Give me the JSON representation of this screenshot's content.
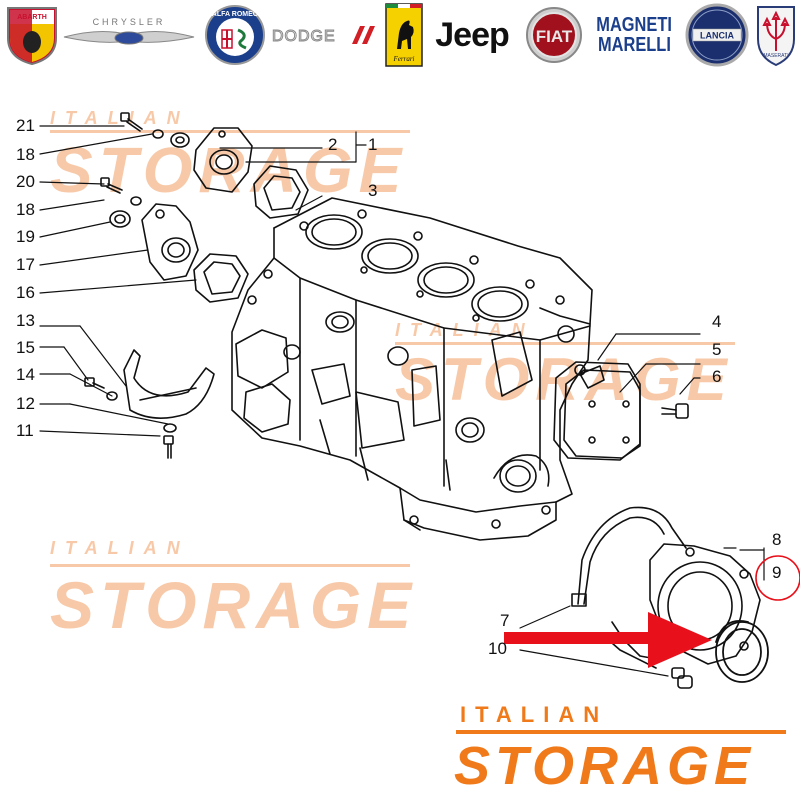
{
  "brands": [
    {
      "id": "abarth",
      "label": "ABARTH"
    },
    {
      "id": "chrysler",
      "label": "CHRYSLER"
    },
    {
      "id": "alfa-romeo",
      "label": "ALFA ROMEO"
    },
    {
      "id": "dodge",
      "label": "DODGE"
    },
    {
      "id": "ferrari",
      "label": "Ferrari"
    },
    {
      "id": "jeep",
      "label": "Jeep"
    },
    {
      "id": "fiat",
      "label": "FIAT"
    },
    {
      "id": "magneti-marelli",
      "label_top": "MAGNETI",
      "label_bottom": "MARELLI"
    },
    {
      "id": "lancia",
      "label": "LANCIA"
    },
    {
      "id": "maserati",
      "label": "MASERATI"
    }
  ],
  "watermark": {
    "top": "ITALIAN",
    "bottom": "STORAGE"
  },
  "brand": {
    "top": "ITALIAN",
    "bottom": "STORAGE"
  },
  "callouts": {
    "n1": "1",
    "n2": "2",
    "n3": "3",
    "n4": "4",
    "n5": "5",
    "n6": "6",
    "n7": "7",
    "n8": "8",
    "n9": "9",
    "n10": "10",
    "n11": "11",
    "n12": "12",
    "n13": "13",
    "n14": "14",
    "n15": "15",
    "n16": "16",
    "n17": "17",
    "n18a": "18",
    "n18b": "18",
    "n19": "19",
    "n20": "20",
    "n21": "21"
  },
  "colors": {
    "accent": "#f07a1a",
    "watermark": "#f7c9a8",
    "arrow": "#e8101a",
    "highlight_circle": "#e8101a",
    "ink": "#111111"
  }
}
